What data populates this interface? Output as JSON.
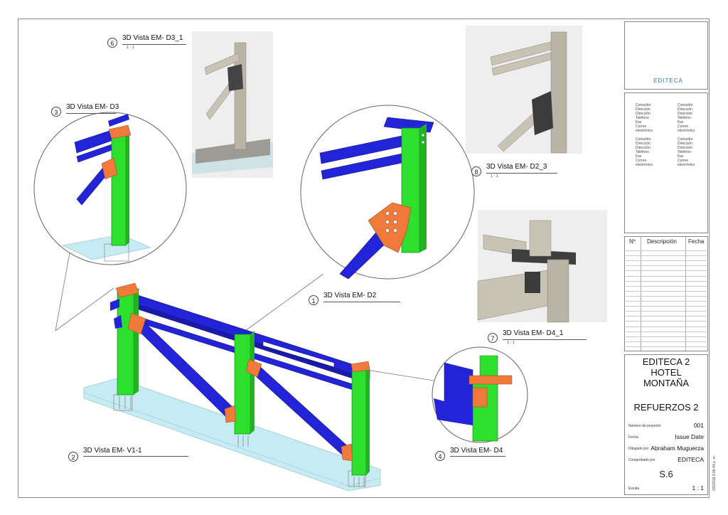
{
  "title_block": {
    "company": "EDITECA",
    "contacts_col1": "Consultor\nDirección\nDirección\nTeléfono\nFax\nCorreo\nelectrónico\n\nConsultor\nDirección\nDirección\nTeléfono\nFax\nCorreo\nelectrónico",
    "contacts_col2": "Consultor\nDirección\nDirección\nTeléfono\nFax\nCorreo\nelectrónico\n\nConsultor\nDirección\nDirección\nTeléfono\nFax\nCorreo\nelectrónico",
    "revision_headers": {
      "num": "Nº",
      "desc": "Descripción",
      "date": "Fecha"
    },
    "project_line1": "EDITECA 2",
    "project_line2": "HOTEL",
    "project_line3": "MONTAÑA",
    "sheet_title": "REFUERZOS 2",
    "project_number_label": "Número de proyecto",
    "project_number": "001",
    "date_label": "Fecha",
    "date_value": "Issue Date",
    "drawn_by_label": "Dibujado por",
    "drawn_by": "Abraham Muguerza",
    "checked_by_label": "Comprobado por",
    "checked_by": "EDITECA",
    "sheet_number": "S.6",
    "scale_label": "Escala",
    "scale_value": "1 : 1",
    "timestamp": "2/9/2018 9:06:44 p. m."
  },
  "views": [
    {
      "num": "6",
      "title": "3D Vista EM- D3_1",
      "scale": "1 : 1"
    },
    {
      "num": "3",
      "title": "3D Vista EM- D3",
      "scale": ""
    },
    {
      "num": "8",
      "title": "3D Vista EM- D2_3",
      "scale": "1 : 1"
    },
    {
      "num": "1",
      "title": "3D Vista EM- D2",
      "scale": ""
    },
    {
      "num": "7",
      "title": "3D Vista EM- D4_1",
      "scale": "1 : 1"
    },
    {
      "num": "2",
      "title": "3D Vista EM- V1-1",
      "scale": ""
    },
    {
      "num": "4",
      "title": "3D Vista EM- D4",
      "scale": ""
    }
  ],
  "colors": {
    "column": "#2ee02e",
    "beam": "#2323d8",
    "plate": "#f07a3c",
    "slab": "#bfe6ee",
    "logo": "#3a6fb0",
    "steel_photo": "#b9b4a6"
  }
}
